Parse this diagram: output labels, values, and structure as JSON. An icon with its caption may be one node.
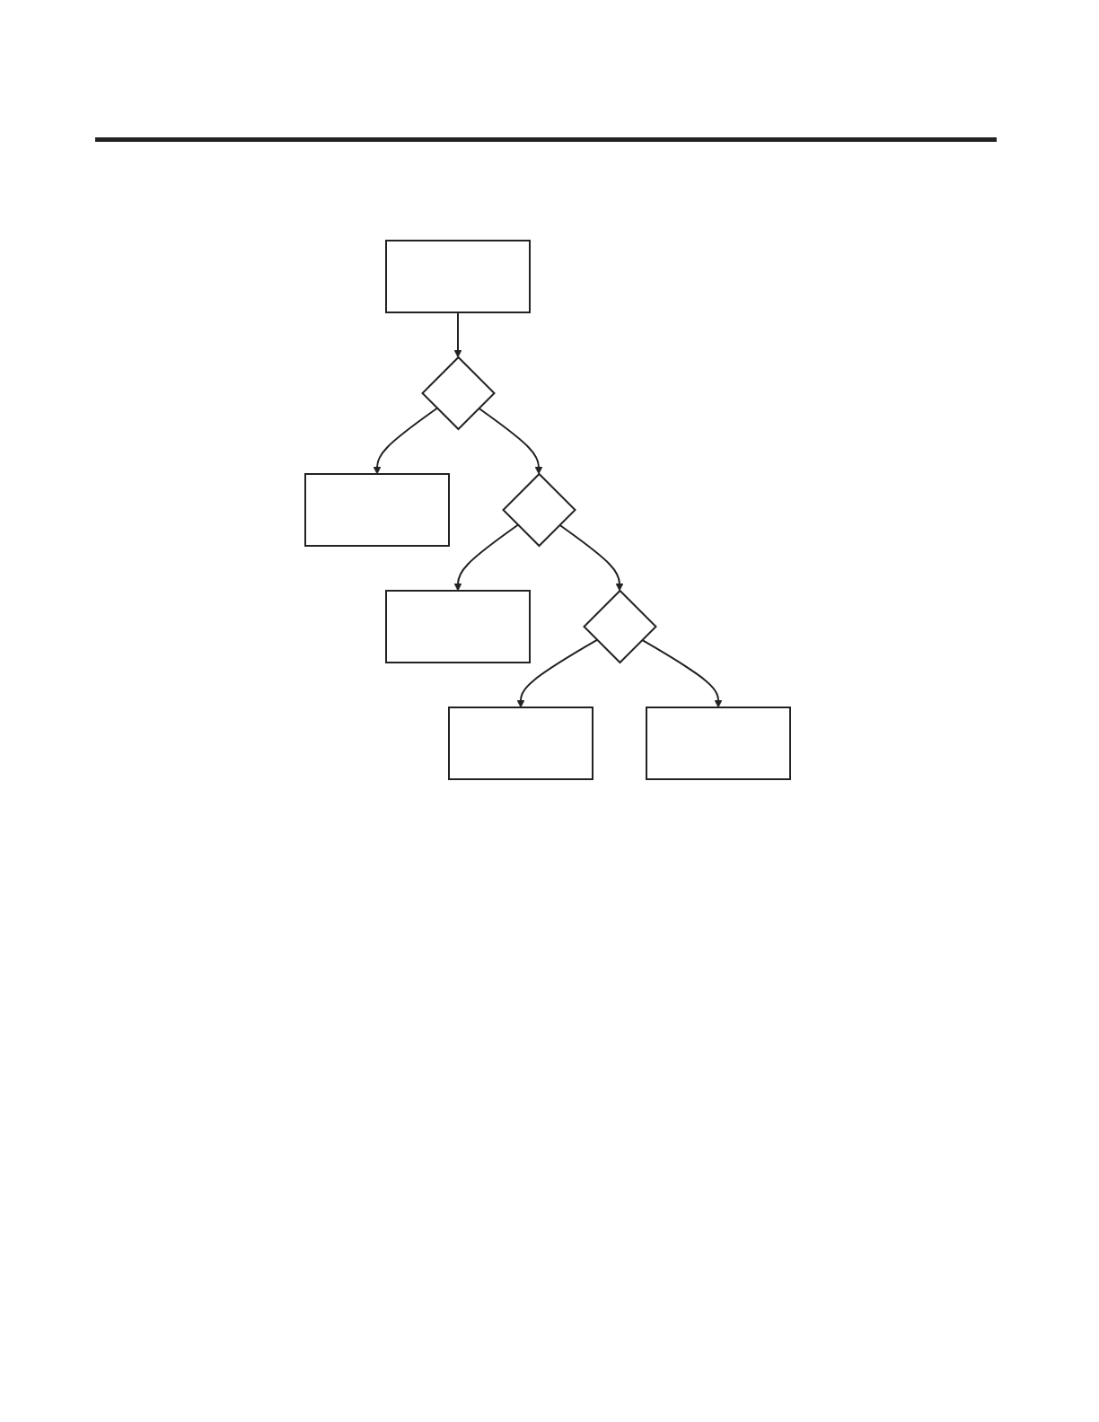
{
  "diagram": {
    "nodes": [
      {
        "text": [],
        "shape": "box"
      },
      {
        "text": [],
        "shape": "diamond"
      },
      {
        "text": [],
        "shape": "box"
      },
      {
        "text": [],
        "shape": "diamond"
      },
      {
        "text": [],
        "shape": "box"
      },
      {
        "text": [],
        "shape": "diamond"
      },
      {
        "text": [],
        "shape": "box"
      },
      {
        "text": [],
        "shape": "box"
      }
    ],
    "edges": [
      {
        "from": 0,
        "to": 1,
        "arrow": "to"
      },
      {
        "from": 1,
        "to": 2,
        "arrow": "to"
      },
      {
        "from": 1,
        "to": 3,
        "arrow": "to"
      },
      {
        "from": 3,
        "to": 4,
        "arrow": "to"
      },
      {
        "from": 3,
        "to": 5,
        "arrow": "to"
      },
      {
        "from": 5,
        "to": 6,
        "arrow": "to"
      },
      {
        "from": 5,
        "to": 7,
        "arrow": "to"
      }
    ]
  }
}
